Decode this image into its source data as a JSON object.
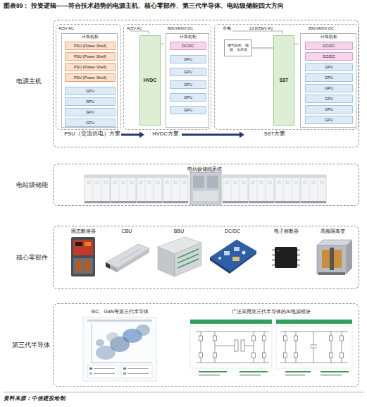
{
  "diagram": {
    "title": "图表89： 投资逻辑——符合技术趋势的电源主机、核心零部件、第三代半导体、电站级储能四大方向",
    "caption": "资料来源：中信建投绘制",
    "nodes": [
      {
        "text": [
          "电源主机"
        ]
      },
      {
        "text": [
          "415V AC"
        ],
        "in": 0
      },
      {
        "text": [
          "计算机柜"
        ],
        "in": 1
      },
      {
        "text": [
          "PSU (Power Shelf)"
        ],
        "in": 2
      },
      {
        "text": [
          "PSU (Power Shelf)"
        ],
        "in": 2
      },
      {
        "text": [
          "PSU (Power Shelf)"
        ],
        "in": 2
      },
      {
        "text": [
          "PSU (Power Shelf)"
        ],
        "in": 2
      },
      {
        "text": [
          "GPU"
        ],
        "in": 2
      },
      {
        "text": [
          "GPU"
        ],
        "in": 2
      },
      {
        "text": [
          "GPU"
        ],
        "in": 2
      },
      {
        "text": [
          "GPU"
        ],
        "in": 2
      },
      {
        "text": [
          "415V AC",
          "800/±400V DC"
        ],
        "in": 0
      },
      {
        "text": [
          "HVDC"
        ],
        "in": 11
      },
      {
        "text": [
          "计算机柜"
        ],
        "in": 11
      },
      {
        "text": [
          "DC/DC"
        ],
        "in": 13
      },
      {
        "text": [
          "GPU"
        ],
        "in": 13
      },
      {
        "text": [
          "GPU"
        ],
        "in": 13
      },
      {
        "text": [
          "GPU"
        ],
        "in": 13
      },
      {
        "text": [
          "GPU"
        ],
        "in": 13
      },
      {
        "text": [
          "GPU"
        ],
        "in": 13
      },
      {
        "text": [
          "市电",
          "13.8/35kV AC",
          "800/±400V DC"
        ],
        "in": 0
      },
      {
        "text": [
          "燃气轮机、储能、光伏等"
        ],
        "in": 20
      },
      {
        "text": [
          "SST"
        ],
        "in": 20
      },
      {
        "text": [
          "计算机柜"
        ],
        "in": 20
      },
      {
        "text": [
          "DC/DC"
        ],
        "in": 23
      },
      {
        "text": [
          "DC/DC"
        ],
        "in": 23
      },
      {
        "text": [
          "GPU"
        ],
        "in": 23
      },
      {
        "text": [
          "GPU"
        ],
        "in": 23
      },
      {
        "text": [
          "GPU"
        ],
        "in": 23
      },
      {
        "text": [
          "GPU"
        ],
        "in": 23
      },
      {
        "text": [
          "GPU"
        ],
        "in": 23
      },
      {
        "text": [
          "GPU"
        ],
        "in": 23
      },
      {
        "text": [
          "电站级储能"
        ]
      },
      {
        "text": [
          "核心零部件"
        ]
      },
      {
        "text": [
          "第三代半导体"
        ]
      }
    ],
    "edges": [
      {
        "from": 21,
        "to": 22,
        "arrow": "none"
      }
    ],
    "labels": [
      "电站级储能系统",
      "固态断路器",
      "CBU",
      "BBU",
      "DC/DC",
      "电子熔断器",
      "高频隔离变",
      "SiC、GaN等第三代半导体",
      "广泛采用第三代半导体的AI电源模块",
      "PSU（交流供电）方案",
      "HVDC方案",
      "SST方案"
    ]
  }
}
